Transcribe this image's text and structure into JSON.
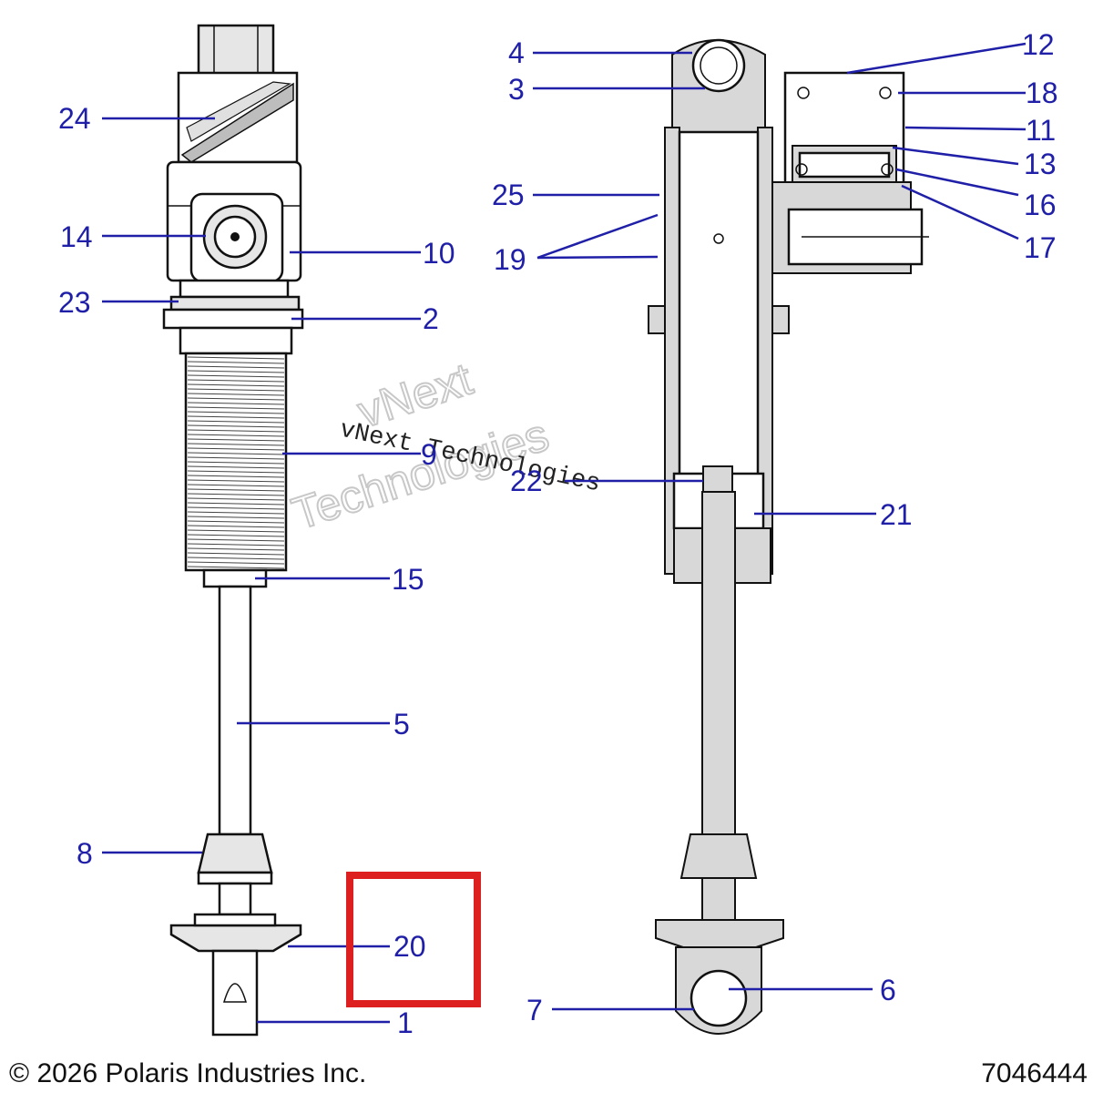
{
  "callouts": {
    "c1": "1",
    "c2": "2",
    "c3": "3",
    "c4": "4",
    "c5": "5",
    "c6": "6",
    "c7": "7",
    "c8": "8",
    "c9": "9",
    "c10": "10",
    "c11": "11",
    "c12": "12",
    "c13": "13",
    "c14": "14",
    "c15": "15",
    "c16": "16",
    "c17": "17",
    "c18": "18",
    "c19": "19",
    "c20": "20",
    "c21": "21",
    "c22": "22",
    "c23": "23",
    "c24": "24",
    "c25": "25"
  },
  "watermark": {
    "mono": "vNext Technologies",
    "outline_line1": "vNext",
    "outline_line2": "Technologies"
  },
  "footer": {
    "copyright": "© 2026 Polaris Industries Inc.",
    "part_number": "7046444"
  },
  "colors": {
    "callout": "#1f1fa8",
    "highlight_box": "#dd1f1f"
  }
}
